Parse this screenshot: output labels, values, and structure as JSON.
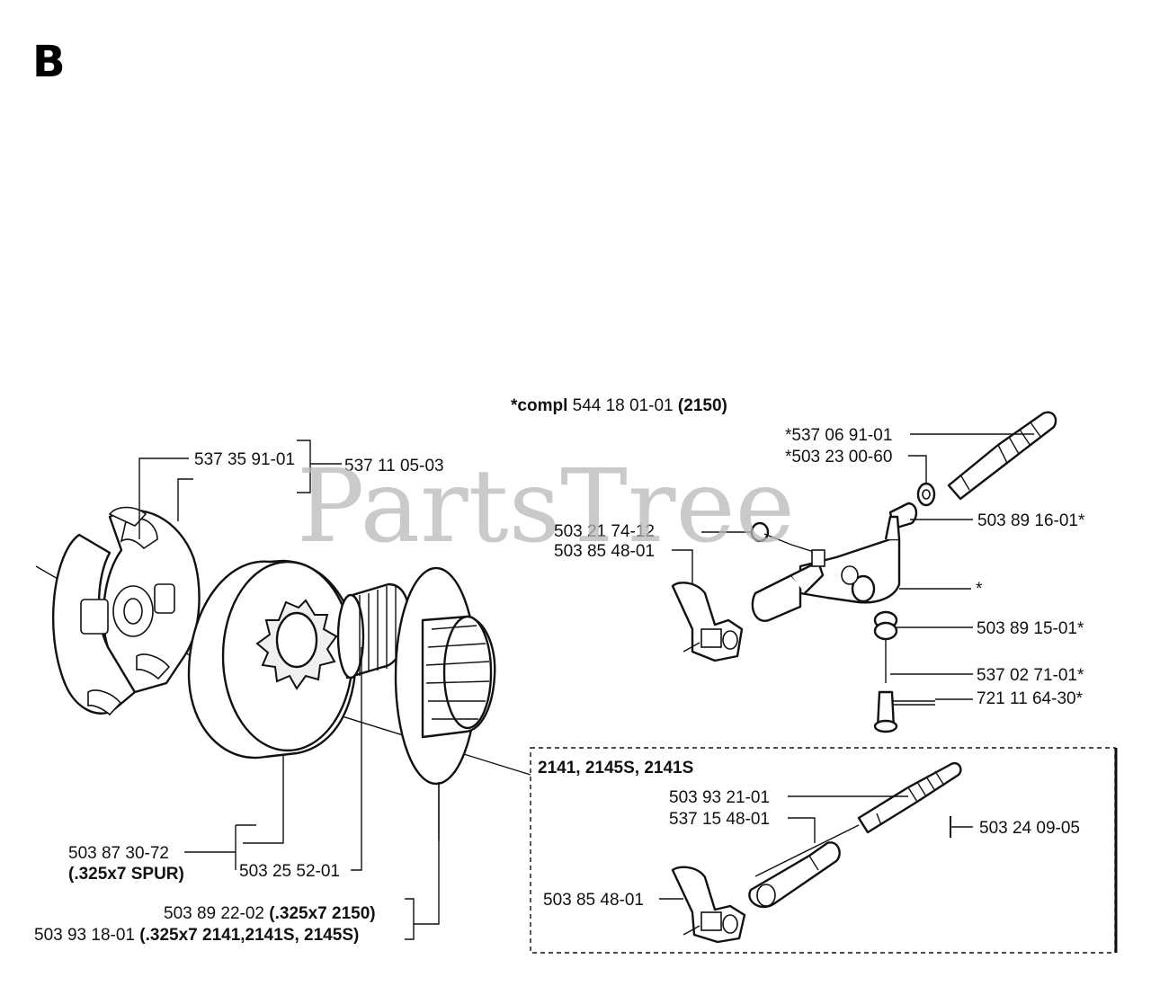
{
  "page": {
    "section_letter": "B",
    "watermark": "PartsTree"
  },
  "oil_pump": {
    "compl_prefix": "*compl",
    "compl_number": "544 18 01-01",
    "compl_model": "(2150)",
    "labels": {
      "p1": "*537 06 91-01",
      "p2": "*503 23 00-60",
      "p3": "503 89 16-01*",
      "p4": "503 21 74-12",
      "p5": "503 85 48-01",
      "p6": "*",
      "p7": "503 89 15-01*",
      "p8": "537 02 71-01*",
      "p9": "721 11 64-30*"
    }
  },
  "clutch": {
    "labels": {
      "c1": "537 35 91-01",
      "c2": "537 11 05-03",
      "c3": "503 87 30-72",
      "c3b": "(.325x7 SPUR)",
      "c4": "503 25 52-01",
      "c5a": "503 89 22-02",
      "c5b": "(.325x7  2150)",
      "c6a": "503 93 18-01",
      "c6b": "(.325x7  2141,2141S, 2145S)"
    }
  },
  "variant_box": {
    "title": "2141, 2145S, 2141S",
    "labels": {
      "v1": "503 93 21-01",
      "v2": "537 15 48-01",
      "v3": "503 24 09-05",
      "v4": "503 85 48-01"
    }
  }
}
